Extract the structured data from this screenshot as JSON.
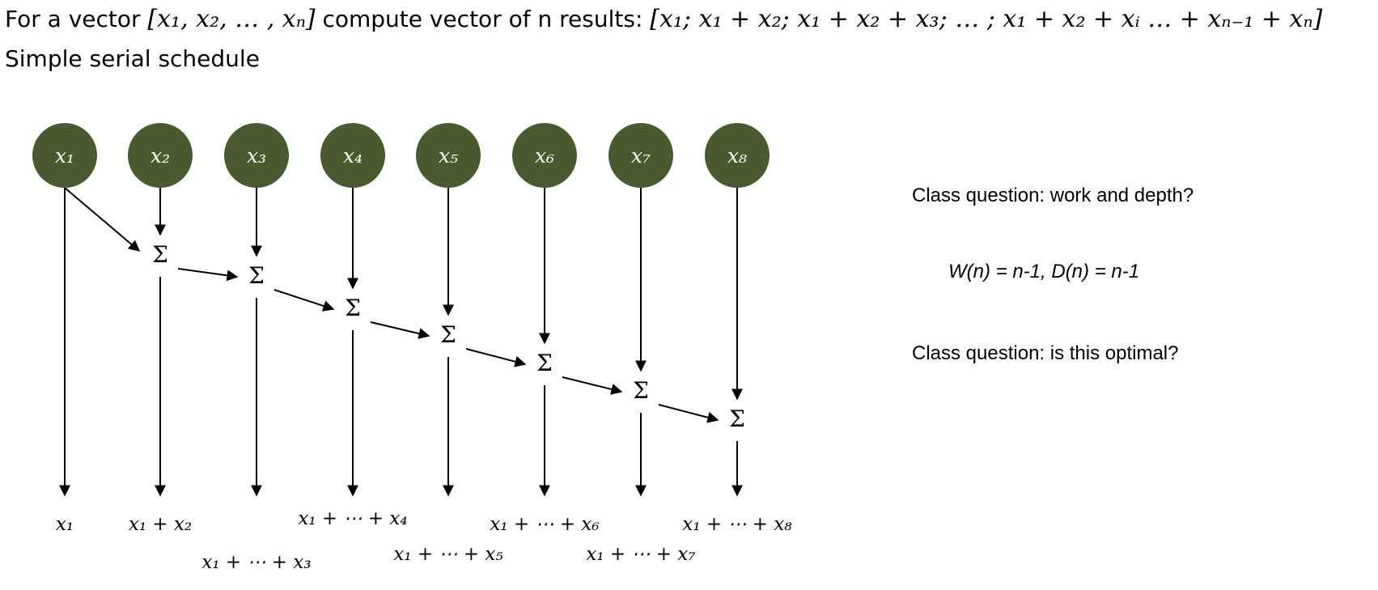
{
  "header": {
    "line1_prefix": "For a vector ",
    "line1_vector": "[x₁, x₂, … , xₙ]",
    "line1_middle": " compute vector of n results: ",
    "line1_results": "[x₁; x₁ + x₂; x₁ + x₂ + x₃; … ; x₁ + x₂ + xᵢ … + xₙ₋₁ + xₙ]",
    "line2": "Simple serial schedule"
  },
  "diagram": {
    "node_color": "#4a5a2f",
    "node_text_color": "#ffffff",
    "inputs": [
      "x₁",
      "x₂",
      "x₃",
      "x₄",
      "x₅",
      "x₆",
      "x₇",
      "x₈"
    ],
    "sum_symbol": "Σ",
    "outputs": [
      "x₁",
      "x₁ + x₂",
      "x₁ + ⋯ + x₃",
      "x₁ + ⋯ + x₄",
      "x₁ + ⋯ + x₅",
      "x₁ + ⋯ + x₆",
      "x₁ + ⋯ + x₇",
      "x₁ + ⋯ + x₈"
    ]
  },
  "notes": {
    "question1": "Class question: work and depth?",
    "formula": "W(n) = n-1, D(n) = n-1",
    "question2": "Class question: is this optimal?"
  }
}
